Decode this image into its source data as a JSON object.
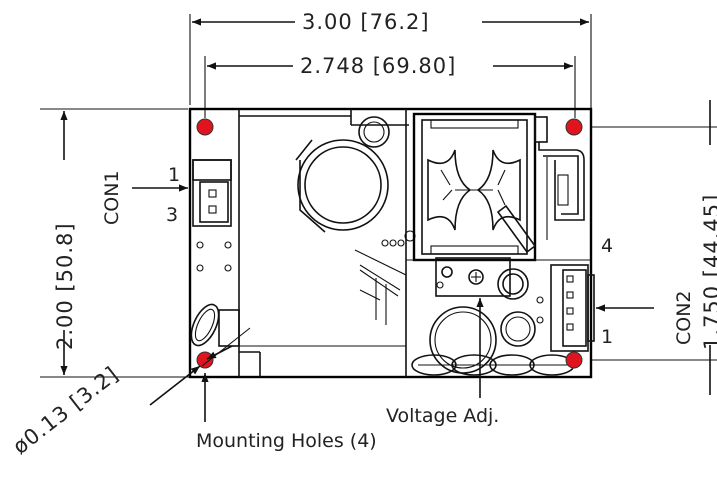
{
  "dimensions": {
    "overall_width": "3.00  [76.2]",
    "hole_spacing_width": "2.748  [69.80]",
    "overall_height": "2.00  [50.8]",
    "hole_spacing_height": "1.750  [44.45]",
    "hole_diameter": "ø0.13  [3.2]"
  },
  "connectors": {
    "con1": {
      "name": "CON1",
      "pin_top": "1",
      "pin_bottom": "3"
    },
    "con2": {
      "name": "CON2",
      "pin_top": "4",
      "pin_bottom": "1"
    }
  },
  "callouts": {
    "voltage_adj": "Voltage  Adj.",
    "mounting_holes": "Mounting Holes (4)"
  },
  "colors": {
    "mounting_hole": "#e0141e",
    "line": "#111111",
    "background": "#ffffff"
  }
}
